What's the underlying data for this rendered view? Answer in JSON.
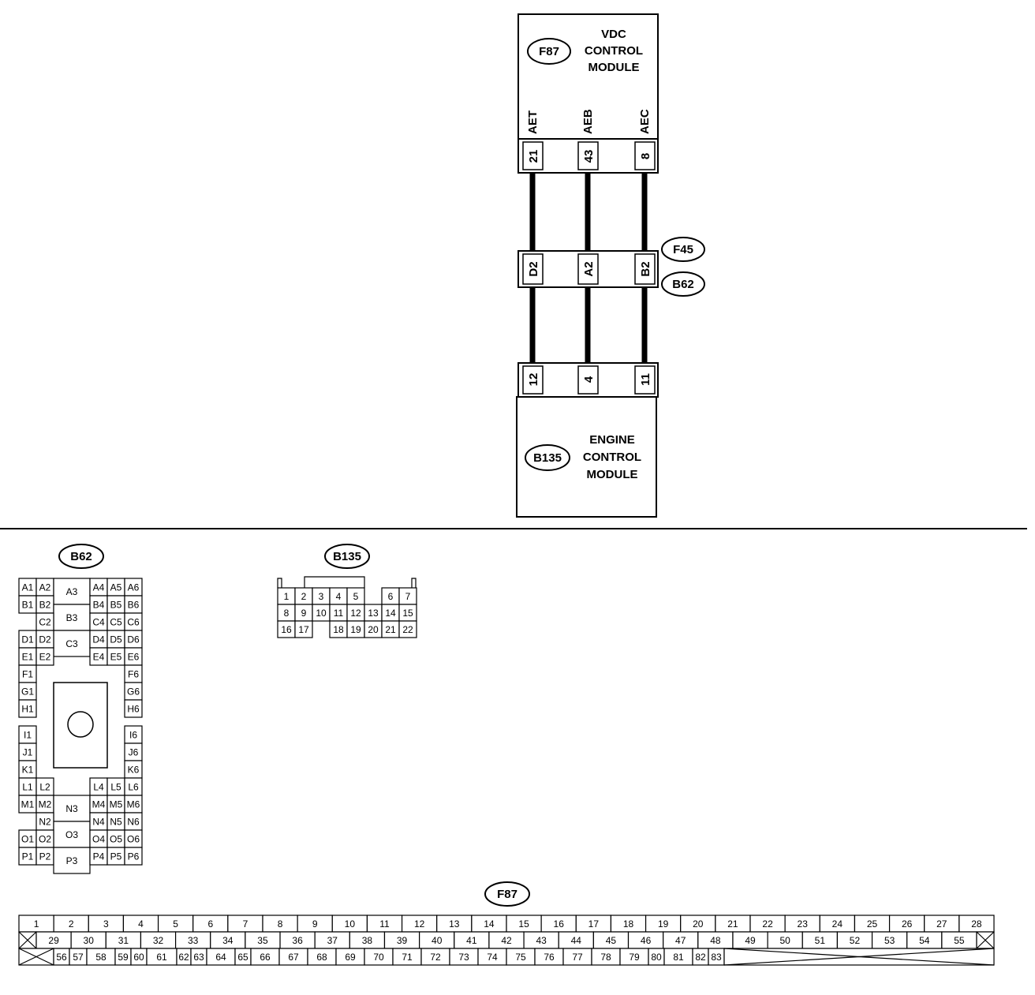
{
  "modules": {
    "vdc": {
      "connector": "F87",
      "lines": [
        "VDC",
        "CONTROL",
        "MODULE"
      ]
    },
    "ecm": {
      "connector": "B135",
      "lines": [
        "ENGINE",
        "CONTROL",
        "MODULE"
      ]
    }
  },
  "signals": [
    "AET",
    "AEB",
    "AEC"
  ],
  "vdc_pins": [
    "21",
    "43",
    "8"
  ],
  "mid_pins": [
    "D2",
    "A2",
    "B2"
  ],
  "mid_connectors": [
    "F45",
    "B62"
  ],
  "ecm_pins": [
    "12",
    "4",
    "11"
  ],
  "connector_b62": {
    "label": "B62",
    "cells": [
      "A1",
      "A2",
      "A3",
      "A4",
      "A5",
      "A6",
      "B1",
      "B2",
      "B3",
      "B4",
      "B5",
      "B6",
      "C2",
      "C3",
      "C4",
      "C5",
      "C6",
      "D1",
      "D2",
      "D4",
      "D5",
      "D6",
      "E1",
      "E2",
      "E4",
      "E5",
      "E6",
      "F1",
      "F6",
      "G1",
      "G6",
      "H1",
      "H6",
      "I1",
      "I6",
      "J1",
      "J6",
      "K1",
      "K6",
      "L1",
      "L2",
      "L4",
      "L5",
      "L6",
      "M1",
      "M2",
      "N3",
      "M4",
      "M5",
      "M6",
      "N2",
      "O3",
      "N4",
      "N5",
      "N6",
      "O1",
      "O2",
      "O4",
      "O5",
      "O6",
      "P1",
      "P2",
      "P3",
      "P4",
      "P5",
      "P6"
    ]
  },
  "connector_b135": {
    "label": "B135",
    "rows": [
      [
        "1",
        "2",
        "3",
        "4",
        "5",
        "6",
        "7"
      ],
      [
        "8",
        "9",
        "10",
        "11",
        "12",
        "13",
        "14",
        "15"
      ],
      [
        "16",
        "17",
        "18",
        "19",
        "20",
        "21",
        "22"
      ]
    ]
  },
  "connector_f87": {
    "label": "F87",
    "row1": [
      "1",
      "2",
      "3",
      "4",
      "5",
      "6",
      "7",
      "8",
      "9",
      "10",
      "11",
      "12",
      "13",
      "14",
      "15",
      "16",
      "17",
      "18",
      "19",
      "20",
      "21",
      "22",
      "23",
      "24",
      "25",
      "26",
      "27",
      "28"
    ],
    "row2": [
      "29",
      "30",
      "31",
      "32",
      "33",
      "34",
      "35",
      "36",
      "37",
      "38",
      "39",
      "40",
      "41",
      "42",
      "43",
      "44",
      "45",
      "46",
      "47",
      "48",
      "49",
      "50",
      "51",
      "52",
      "53",
      "54",
      "55"
    ],
    "row3": [
      "56",
      "57",
      "58",
      "59",
      "60",
      "61",
      "62",
      "63",
      "64",
      "65",
      "66",
      "67",
      "68",
      "69",
      "70",
      "71",
      "72",
      "73",
      "74",
      "75",
      "76",
      "77",
      "78",
      "79",
      "80",
      "81",
      "82",
      "83"
    ]
  }
}
